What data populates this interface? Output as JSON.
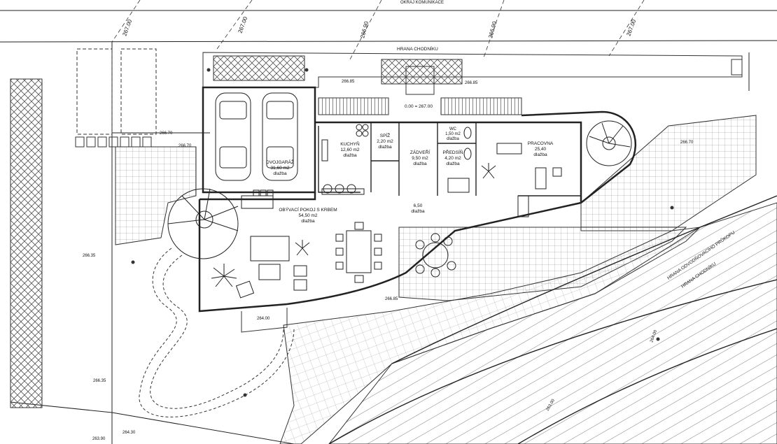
{
  "rooms": {
    "garage": {
      "name": "DVOJGARÁŽ",
      "area": "31,60 m2",
      "floor": "dlažba"
    },
    "kitchen": {
      "name": "KUCHYŇ",
      "area": "12,60 m2",
      "floor": "dlažba"
    },
    "pantry": {
      "name": "SPÍŽ",
      "area": "2,20 m2",
      "floor": "dlažba"
    },
    "hall": {
      "name": "ZÁDVEŘÍ",
      "area": "9,50 m2",
      "floor": "dlažba"
    },
    "wc": {
      "name": "WC",
      "area": "1,50 m2",
      "floor": "dlažba"
    },
    "vestibule": {
      "name": "PŘEDSÍŇ",
      "area": "4,20 m2",
      "floor": "dlažba"
    },
    "study": {
      "name": "PRACOVNA",
      "area": "25,40",
      "floor": "dlažba"
    },
    "corridor": {
      "area": "6,50",
      "floor": "dlažba"
    },
    "living": {
      "name": "OBÝVACÍ POKOJ S KRBEM",
      "area": "54,50 m2",
      "floor": "dlažba"
    }
  },
  "labels": {
    "top_edge": "HRANA CHODNÍKU",
    "top_road": "OKRAJ KOMUNIKACE",
    "zero_level": "0.00 = 267.00",
    "slope_edge_1": "HRANA ODVODŇOVACÍHO PRŮKOPU",
    "slope_edge_2": "HRANA CHODNÍKU"
  },
  "elevations": {
    "e1": "266.85",
    "e2": "266.85",
    "e3": "266.70",
    "e4": "266.70",
    "e5": "266.70",
    "e6": "266.35",
    "e7": "266.35",
    "e8": "266.85",
    "e9": "264.00",
    "e10": "264.30",
    "e11": "263.90",
    "e12": "264.00",
    "e13": "263.00"
  },
  "contours": {
    "c1": "267.00",
    "c2": "267.00",
    "c3": "266.90",
    "c4": "266.90",
    "c5": "267.00"
  }
}
